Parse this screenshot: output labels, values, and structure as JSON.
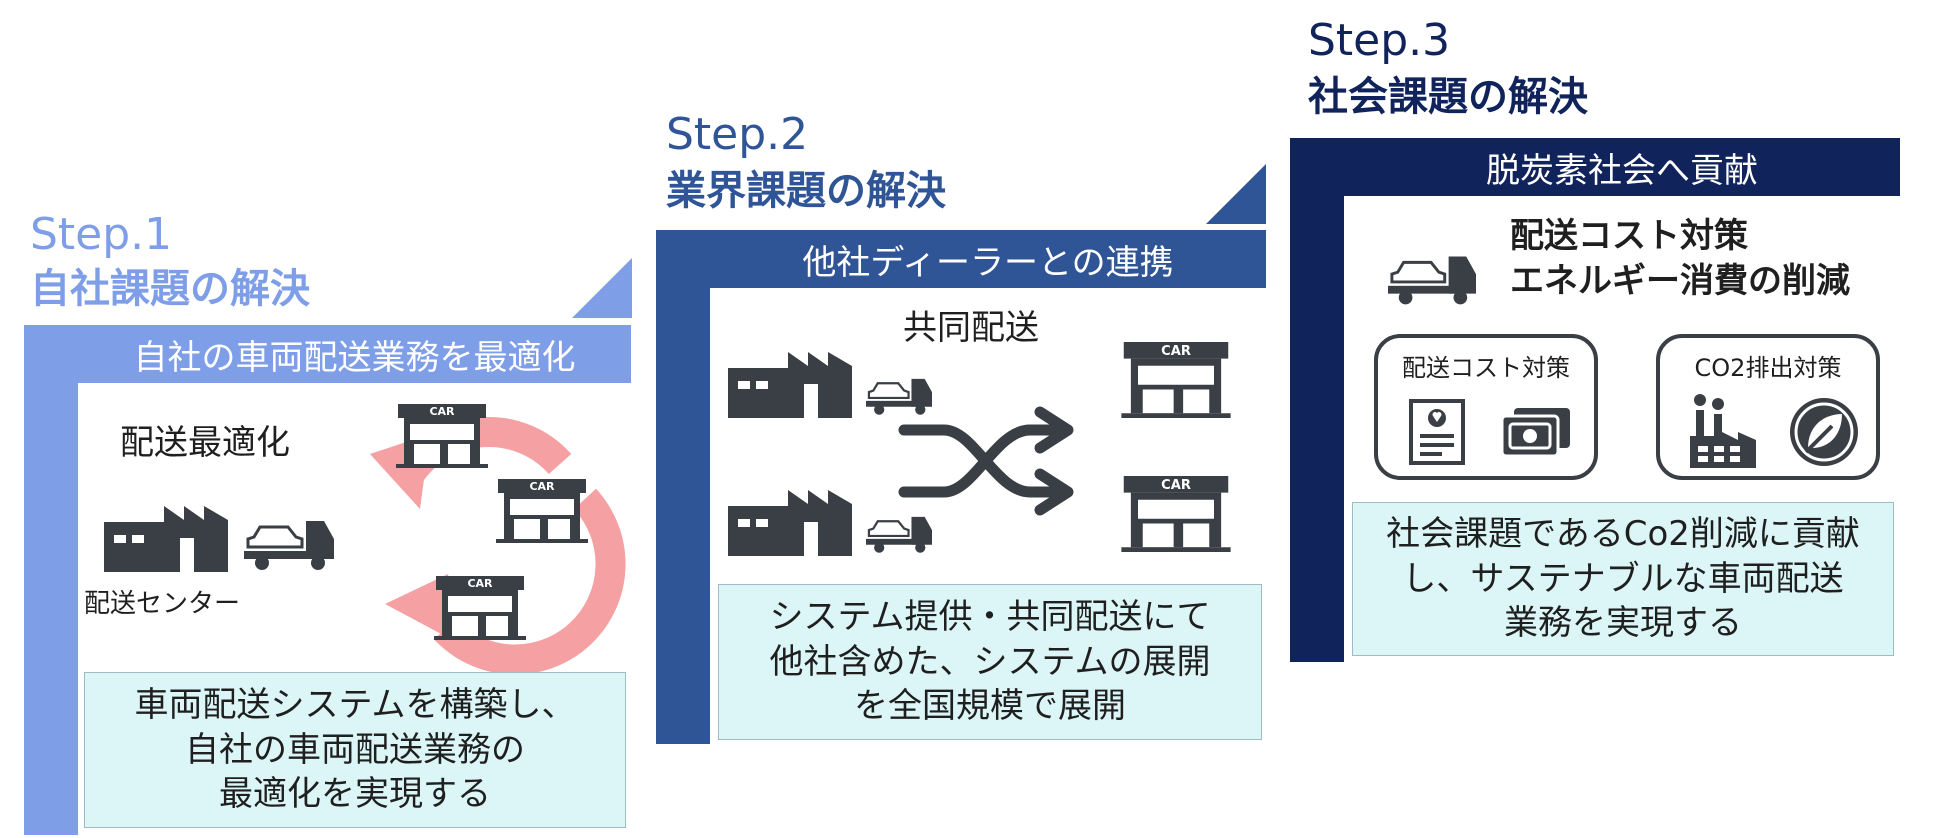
{
  "colors": {
    "step1": "#7f9ee8",
    "step2": "#2f5597",
    "step3": "#10235a",
    "icon": "#3a3f45",
    "cycle_arrow": "#f5a0a3",
    "info_bg": "#dcf6f8"
  },
  "step1": {
    "title": "Step.1",
    "subtitle": "自社課題の解決",
    "band_text": "自社の車両配送業務を最適化",
    "optimize_label": "配送最適化",
    "center_label": "配送センター",
    "info_lines": [
      "車両配送システムを構築し、",
      "自社の車両配送業務の",
      "最適化を実現する"
    ],
    "icons": [
      "factory-icon",
      "truck-icon",
      "car-dealer-store-icon",
      "cycle-arrow-icon"
    ]
  },
  "step2": {
    "title": "Step.2",
    "subtitle": "業界課題の解決",
    "band_text": "他社ディーラーとの連携",
    "joint_label": "共同配送",
    "info_lines": [
      "システム提供・共同配送にて",
      "他社含めた、システムの展開",
      "を全国規模で展開"
    ],
    "icons": [
      "factory-icon",
      "truck-icon",
      "crossing-arrows-icon",
      "car-dealer-store-icon"
    ]
  },
  "step3": {
    "title": "Step.3",
    "subtitle": "社会課題の解決",
    "band_text": "脱炭素社会へ貢献",
    "headline_lines": [
      "配送コスト対策",
      "エネルギー消費の削減"
    ],
    "cost_box_label": "配送コスト対策",
    "co2_box_label": "CO2排出対策",
    "info_lines": [
      "社会課題であるCo2削減に貢献",
      "し、サステナブルな車両配送",
      "業務を実現する"
    ],
    "icons": [
      "truck-icon",
      "invoice-icon",
      "money-icon",
      "factory-smoke-icon",
      "leaf-icon"
    ]
  },
  "store_sign": "CAR"
}
